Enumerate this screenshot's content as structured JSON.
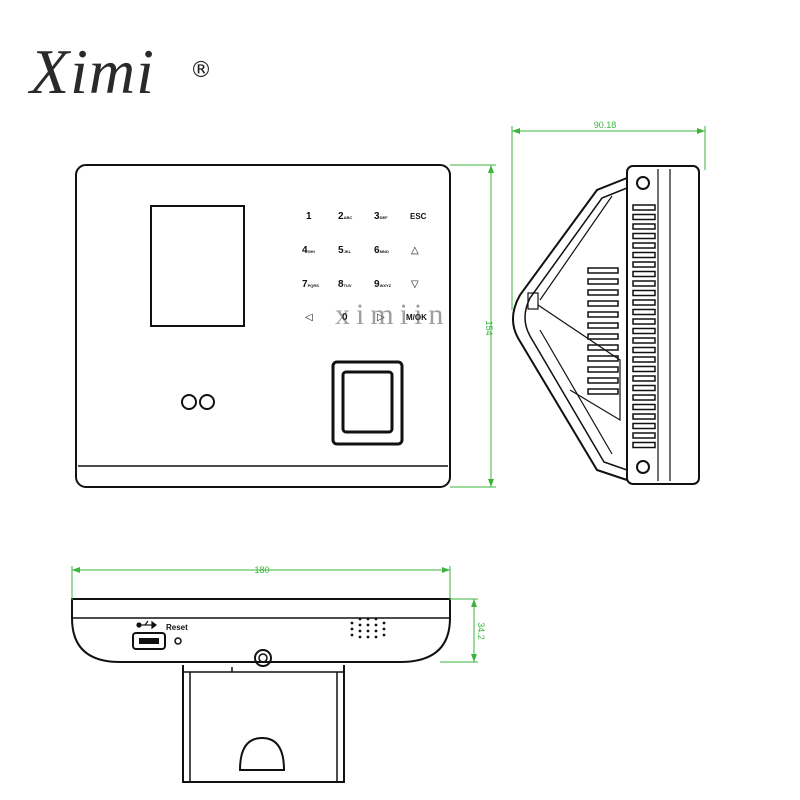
{
  "brand": {
    "name": "Ximi",
    "registered_mark": "®"
  },
  "watermark": "ximiin",
  "dimensions": {
    "side_depth": "90.18",
    "height": "154",
    "width": "180",
    "base_depth": "34.2"
  },
  "keypad": {
    "keys": [
      {
        "main": "1",
        "sub": ""
      },
      {
        "main": "2",
        "sub": "ABC"
      },
      {
        "main": "3",
        "sub": "DEF"
      },
      {
        "main": "ESC",
        "sub": ""
      },
      {
        "main": "4",
        "sub": "GHI"
      },
      {
        "main": "5",
        "sub": "JKL"
      },
      {
        "main": "6",
        "sub": "MNO"
      },
      {
        "main": "△",
        "sub": ""
      },
      {
        "main": "7",
        "sub": "PQRS"
      },
      {
        "main": "8",
        "sub": "TUV"
      },
      {
        "main": "9",
        "sub": "WXYZ"
      },
      {
        "main": "▽",
        "sub": ""
      },
      {
        "main": "◁",
        "sub": ""
      },
      {
        "main": "0",
        "sub": ""
      },
      {
        "main": "▷",
        "sub": ""
      },
      {
        "main": "M/OK",
        "sub": ""
      }
    ]
  },
  "bottom_view": {
    "reset_label": "Reset"
  },
  "colors": {
    "dimension": "#3cb43c",
    "outline": "#111111"
  }
}
